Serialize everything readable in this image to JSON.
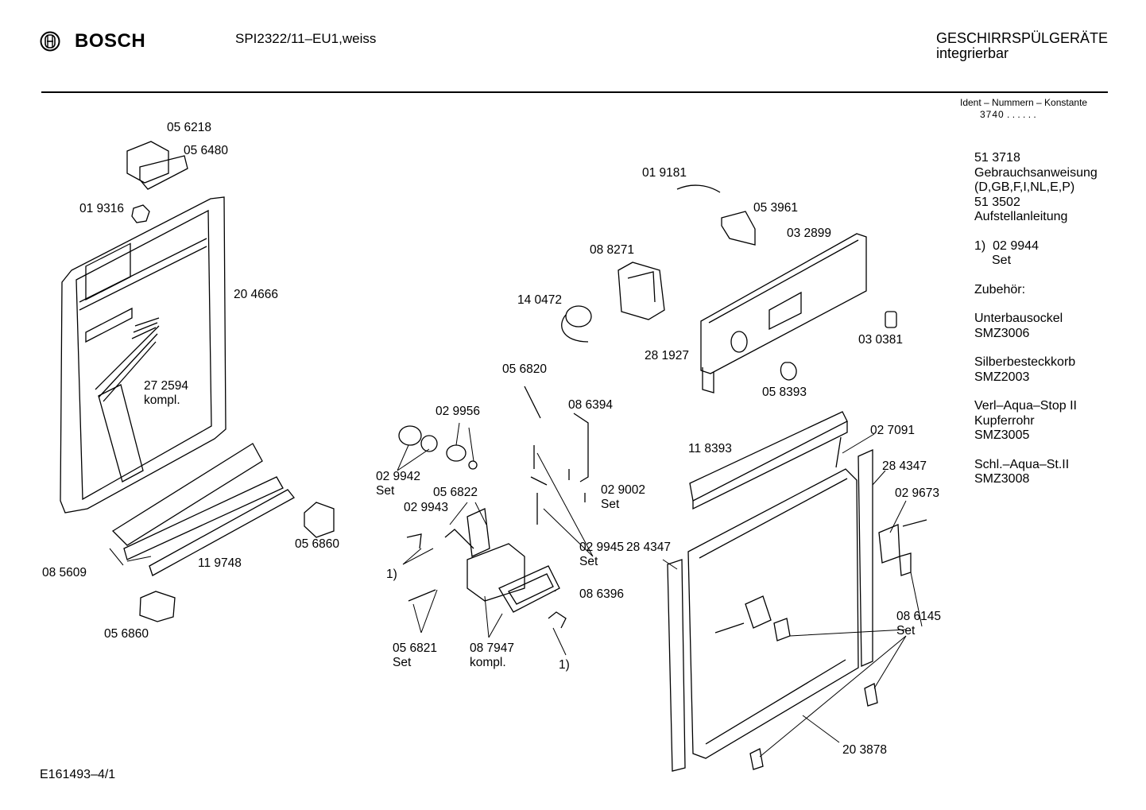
{
  "header": {
    "brand": "BOSCH",
    "model": "SPI2322/11–EU1,weiss",
    "category_line1": "GESCHIRRSPÜLGERÄTE",
    "category_line2": "integrierbar"
  },
  "ident": {
    "title": "Ident – Nummern – Konstante",
    "value": "3740",
    "dots": ". .   . . . ."
  },
  "sidebar": {
    "doc1_num": "51 3718",
    "doc1_name": "Gebrauchsanweisung",
    "doc1_lang": "(D,GB,F,I,NL,E,P)",
    "doc2_num": "51 3502",
    "doc2_name": "Aufstellanleitung",
    "note_key": "1)",
    "note_num": "02 9944",
    "note_set": "Set",
    "accessories_title": "Zubehör:",
    "acc1_name": "Unterbausockel",
    "acc1_code": "SMZ3006",
    "acc2_name": "Silberbesteckkorb",
    "acc2_code": "SMZ2003",
    "acc3_name1": "Verl–Aqua–Stop II",
    "acc3_name2": "Kupferrohr",
    "acc3_code": "SMZ3005",
    "acc4_name": "Schl.–Aqua–St.II",
    "acc4_code": "SMZ3008"
  },
  "labels": {
    "p056218": "05 6218",
    "p056480": "05 6480",
    "p019316": "01 9316",
    "p204666": "20 4666",
    "p272594": "27 2594",
    "p272594b": "kompl.",
    "p085609": "08 5609",
    "p119748": "11 9748",
    "p056860a": "05 6860",
    "p056860b": "05 6860",
    "p019181": "01 9181",
    "p053961": "05 3961",
    "p032899": "03 2899",
    "p088271": "08 8271",
    "p140472": "14 0472",
    "p281927": "28 1927",
    "p030381": "03 0381",
    "p058393": "05 8393",
    "p056820": "05 6820",
    "p029956": "02 9956",
    "p086394": "08 6394",
    "p029942": "02 9942",
    "p029942b": "Set",
    "p056822": "05 6822",
    "p029943": "02 9943",
    "p029002": "02 9002",
    "p029002b": "Set",
    "p029945": "02 9945",
    "p029945b": "Set",
    "p284347a": "28 4347",
    "p086396": "08 6396",
    "note1a": "1)",
    "note1b": "1)",
    "p056821": "05 6821",
    "p056821b": "Set",
    "p087947": "08 7947",
    "p087947b": "kompl.",
    "p118393": "11 8393",
    "p027091": "02 7091",
    "p284347b": "28 4347",
    "p029673": "02 9673",
    "p086145": "08 6145",
    "p086145b": "Set",
    "p203878": "20 3878"
  },
  "footer": {
    "doc_id": "E161493–4/1"
  }
}
